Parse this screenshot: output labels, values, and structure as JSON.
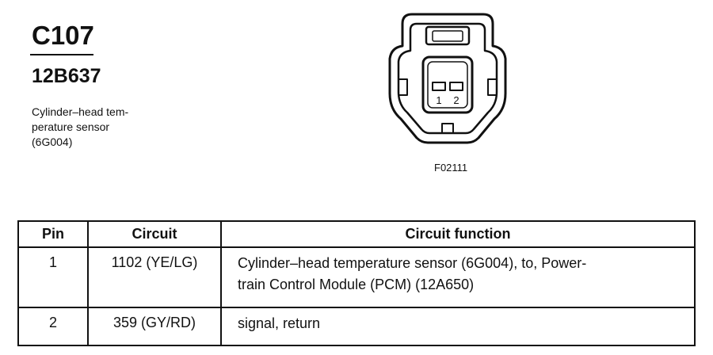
{
  "connector": {
    "id": "C107",
    "part_number": "12B637",
    "description_lines": [
      "Cylinder–head tem-",
      "perature sensor",
      "(6G004)"
    ]
  },
  "diagram": {
    "pin_labels": [
      "1",
      "2"
    ],
    "figure_code": "F02111"
  },
  "table": {
    "headers": [
      "Pin",
      "Circuit",
      "Circuit function"
    ],
    "rows": [
      {
        "pin": "1",
        "circuit": "1102 (YE/LG)",
        "function_lines": [
          "Cylinder–head temperature sensor (6G004), to, Power-",
          "train Control Module (PCM) (12A650)"
        ]
      },
      {
        "pin": "2",
        "circuit": "359 (GY/RD)",
        "function_lines": [
          "signal, return"
        ]
      }
    ]
  }
}
